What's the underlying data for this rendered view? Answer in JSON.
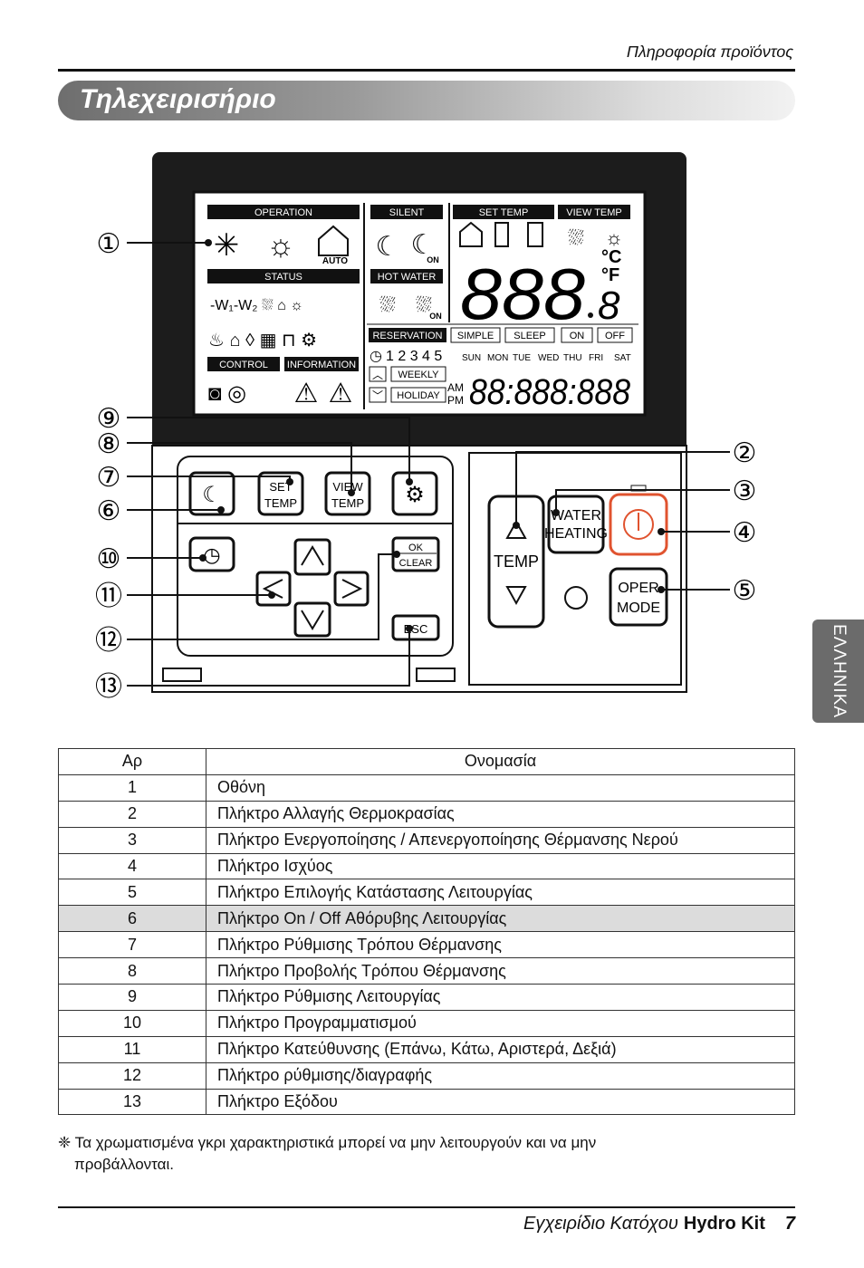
{
  "header": {
    "section": "Πληροφορία προϊόντος"
  },
  "title": "Τηλεχειρισήριο",
  "side_tab": "ΕΛΛΗΝΙΚΑ",
  "display": {
    "operation": "OPERATION",
    "status": "STATUS",
    "control": "CONTROL",
    "information": "INFORMATION",
    "silent": "SILENT",
    "hot_water": "HOT WATER",
    "set_temp": "SET TEMP",
    "view_temp": "VIEW TEMP",
    "reservation": "RESERVATION",
    "simple": "SIMPLE",
    "sleep": "SLEEP",
    "on": "ON",
    "off": "OFF",
    "auto": "AUTO",
    "on_small": "ON",
    "digits_big": "888",
    "digit_dec": "8",
    "celsius": "°C",
    "fahrenheit": "°F",
    "reservation_numbers": "1 2 3 4 5",
    "weekly": "WEEKLY",
    "holiday": "HOLIDAY",
    "am": "AM",
    "pm": "PM",
    "time_digits": "88:888:888",
    "days": [
      "SUN",
      "MON",
      "TUE",
      "WED",
      "THU",
      "FRI",
      "SAT"
    ]
  },
  "buttons": {
    "set_temp": [
      "SET",
      "TEMP"
    ],
    "view_temp": [
      "VIEW",
      "TEMP"
    ],
    "ok": "OK",
    "clear": "CLEAR",
    "esc": "ESC",
    "temp": "TEMP",
    "water_heating": [
      "WATER",
      "HEATING"
    ],
    "oper_mode": [
      "OPER",
      "MODE"
    ]
  },
  "callouts": [
    "①",
    "②",
    "③",
    "④",
    "⑤",
    "⑥",
    "⑦",
    "⑧",
    "⑨",
    "⑩",
    "⑪",
    "⑫",
    "⑬"
  ],
  "table": {
    "headers": [
      "Αρ",
      "Ονομασία"
    ],
    "rows": [
      [
        "1",
        "Οθόνη"
      ],
      [
        "2",
        "Πλήκτρο Αλλαγής Θερμοκρασίας"
      ],
      [
        "3",
        "Πλήκτρο Ενεργοποίησης / Απενεργοποίησης Θέρμανσης Νερού"
      ],
      [
        "4",
        "Πλήκτρο Ισχύος"
      ],
      [
        "5",
        "Πλήκτρο Επιλογής Κατάστασης Λειτουργίας"
      ],
      [
        "6",
        "Πλήκτρο On / Off Αθόρυβης Λειτουργίας"
      ],
      [
        "7",
        "Πλήκτρο Ρύθμισης Τρόπου Θέρμανσης"
      ],
      [
        "8",
        "Πλήκτρο Προβολής Τρόπου Θέρμανσης"
      ],
      [
        "9",
        "Πλήκτρο Ρύθμισης Λειτουργίας"
      ],
      [
        "10",
        "Πλήκτρο Προγραμματισμού"
      ],
      [
        "11",
        "Πλήκτρο Κατεύθυνσης (Επάνω, Κάτω, Αριστερά, Δεξιά)"
      ],
      [
        "12",
        "Πλήκτρο ρύθμισης/διαγραφής"
      ],
      [
        "13",
        "Πλήκτρο Εξόδου"
      ]
    ],
    "shaded_row": 6
  },
  "note": {
    "symbol": "❈",
    "line1": "Τα χρωματισμένα γκρι χαρακτηριστικά μπορεί να μην λειτουργούν και να μην",
    "line2": "προβάλλονται."
  },
  "footer": {
    "text": "Εγχειρίδιο Κατόχου",
    "product": "Hydro Kit",
    "page": "7"
  },
  "colors": {
    "power_ring": "#e0532f",
    "panel": "#1c1c1c"
  }
}
